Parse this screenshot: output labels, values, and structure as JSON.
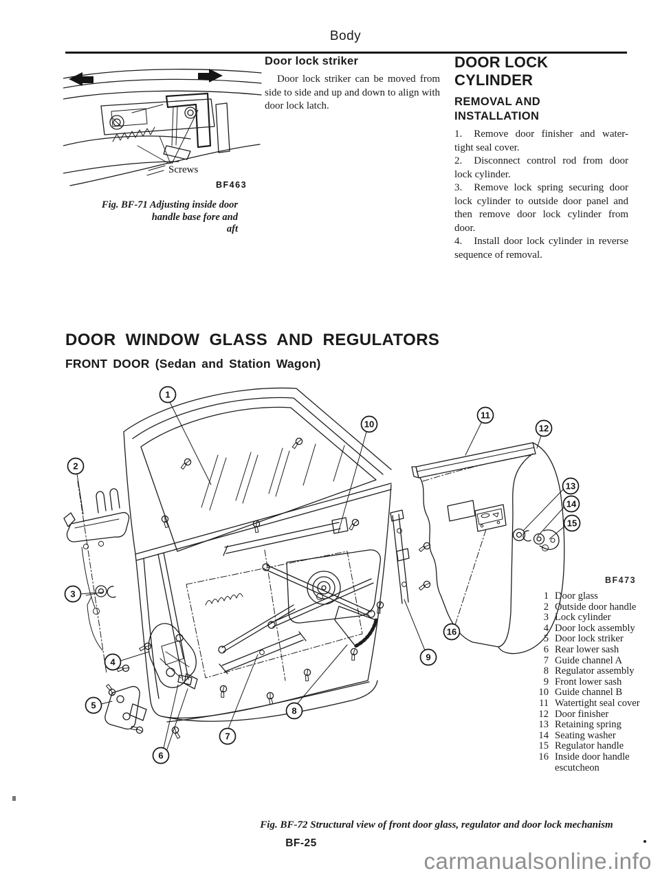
{
  "header": {
    "title": "Body"
  },
  "door_lock_striker": {
    "heading": "Door lock striker",
    "body": "Door lock striker can be moved from side to side and up and down to align with door lock latch."
  },
  "door_lock_cylinder": {
    "heading_line1": "DOOR LOCK",
    "heading_line2": "CYLINDER",
    "subheading_line1": "REMOVAL AND",
    "subheading_line2": "INSTALLATION",
    "steps": [
      {
        "num": "1.",
        "text": "Remove door finisher and water-tight seal cover."
      },
      {
        "num": "2.",
        "text": "Disconnect control rod from door lock cylinder."
      },
      {
        "num": "3.",
        "text": "Remove lock spring securing door lock cylinder to outside door panel and then remove door lock cylinder from door."
      },
      {
        "num": "4.",
        "text": "Install door lock cylinder in reverse sequence of removal."
      }
    ]
  },
  "fig71": {
    "screws_label": "Screws",
    "code": "BF463",
    "caption_line1": "Fig. BF-71  Adjusting inside door",
    "caption_line2": "handle base fore and",
    "caption_line3": "aft"
  },
  "section": {
    "heading": "DOOR WINDOW GLASS AND REGULATORS",
    "subheading": "FRONT DOOR (Sedan and Station Wagon)"
  },
  "fig72": {
    "code": "BF473",
    "caption": "Fig. BF-72  Structural view of front door glass, regulator and door lock mechanism",
    "callouts": [
      "1",
      "2",
      "3",
      "4",
      "5",
      "6",
      "7",
      "8",
      "9",
      "10",
      "11",
      "12",
      "13",
      "14",
      "15",
      "16"
    ],
    "parts": [
      {
        "num": "1",
        "name": "Door glass"
      },
      {
        "num": "2",
        "name": "Outside door handle"
      },
      {
        "num": "3",
        "name": "Lock cylinder"
      },
      {
        "num": "4",
        "name": "Door lock assembly"
      },
      {
        "num": "5",
        "name": "Door lock striker"
      },
      {
        "num": "6",
        "name": "Rear lower sash"
      },
      {
        "num": "7",
        "name": "Guide channel A"
      },
      {
        "num": "8",
        "name": "Regulator assembly"
      },
      {
        "num": "9",
        "name": "Front lower sash"
      },
      {
        "num": "10",
        "name": "Guide channel B"
      },
      {
        "num": "11",
        "name": "Watertight seal cover"
      },
      {
        "num": "12",
        "name": "Door finisher"
      },
      {
        "num": "13",
        "name": "Retaining spring"
      },
      {
        "num": "14",
        "name": "Seating washer"
      },
      {
        "num": "15",
        "name": "Regulator handle"
      },
      {
        "num": "16",
        "name": "Inside door handle escutcheon"
      }
    ]
  },
  "footer": {
    "page_number": "BF-25",
    "watermark": "carmanualsonline.info"
  }
}
